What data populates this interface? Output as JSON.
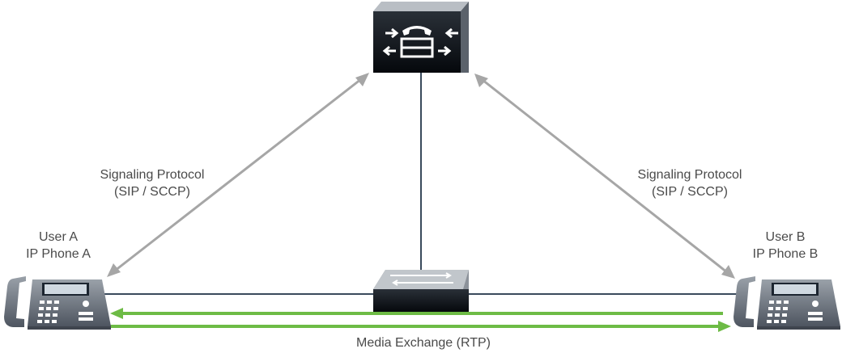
{
  "diagram": {
    "call_manager": {
      "icon": "call-manager-icon"
    },
    "switch": {
      "icon": "switch-icon"
    },
    "phone_a": {
      "icon": "ip-phone-icon",
      "line1": "User A",
      "line2": "IP Phone A"
    },
    "phone_b": {
      "icon": "ip-phone-icon",
      "line1": "User B",
      "line2": "IP Phone B"
    },
    "signaling_left": {
      "line1": "Signaling Protocol",
      "line2": "(SIP / SCCP)"
    },
    "signaling_right": {
      "line1": "Signaling Protocol",
      "line2": "(SIP / SCCP)"
    },
    "media_label": "Media Exchange (RTP)"
  },
  "colors": {
    "signaling_arrow": "#a6a6a6",
    "media_arrow": "#6dbb45",
    "link_line": "#3a4a5c",
    "device_dark": "#0d1118",
    "device_top": "#8c929a",
    "phone_body": "#6f7782"
  }
}
